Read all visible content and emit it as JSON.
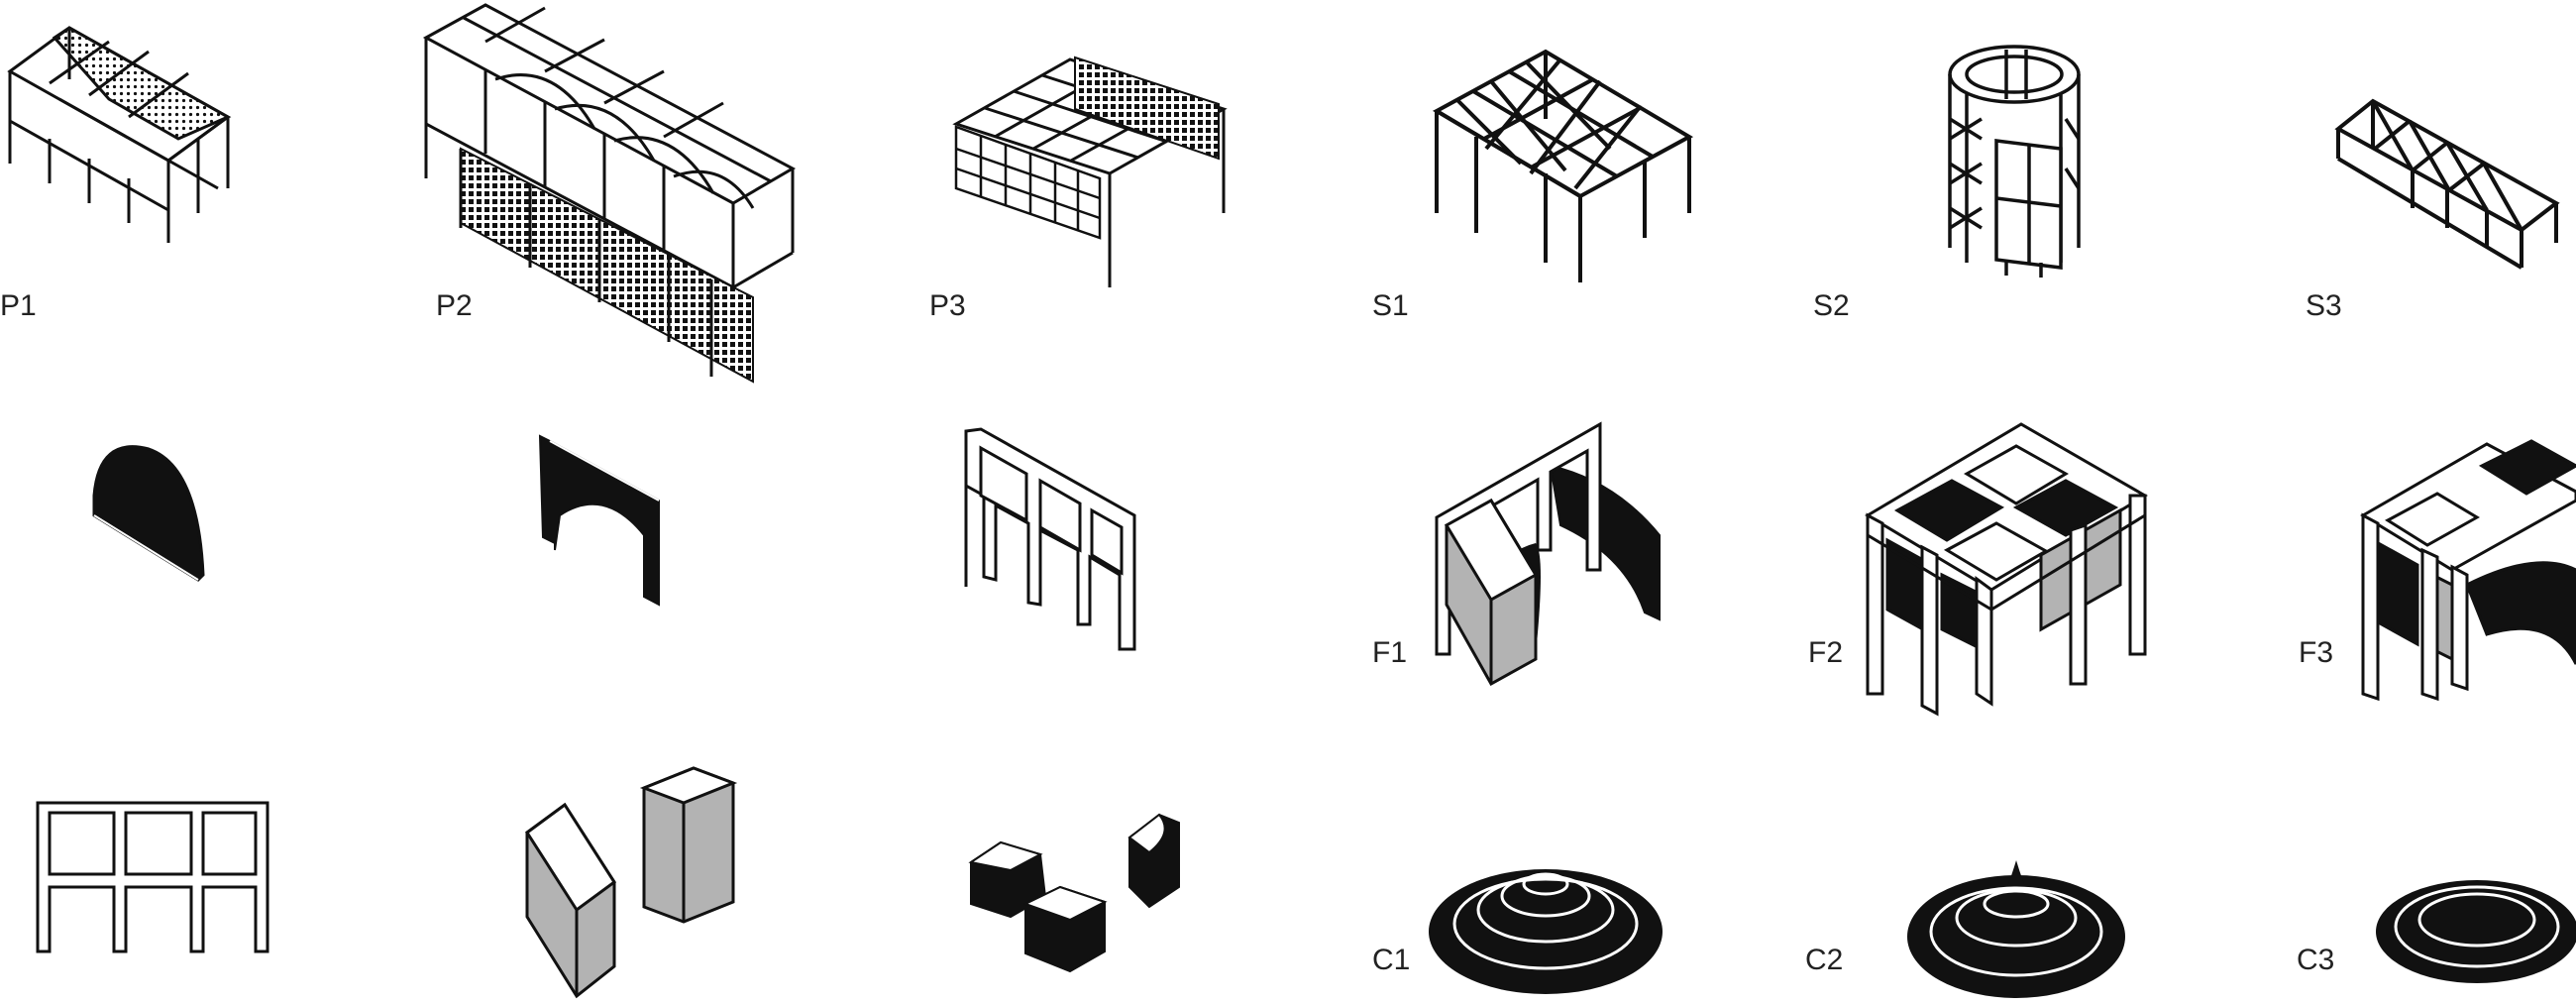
{
  "labels": {
    "p1": "P1",
    "p2": "P2",
    "p3": "P3",
    "s1": "S1",
    "s2": "S2",
    "s3": "S3",
    "f1": "F1",
    "f2": "F2",
    "f3": "F3",
    "c1": "C1",
    "c2": "C2",
    "c3": "C3"
  },
  "colors": {
    "ink": "#111111",
    "grey": "#b3b3b3",
    "paper": "#ffffff"
  }
}
